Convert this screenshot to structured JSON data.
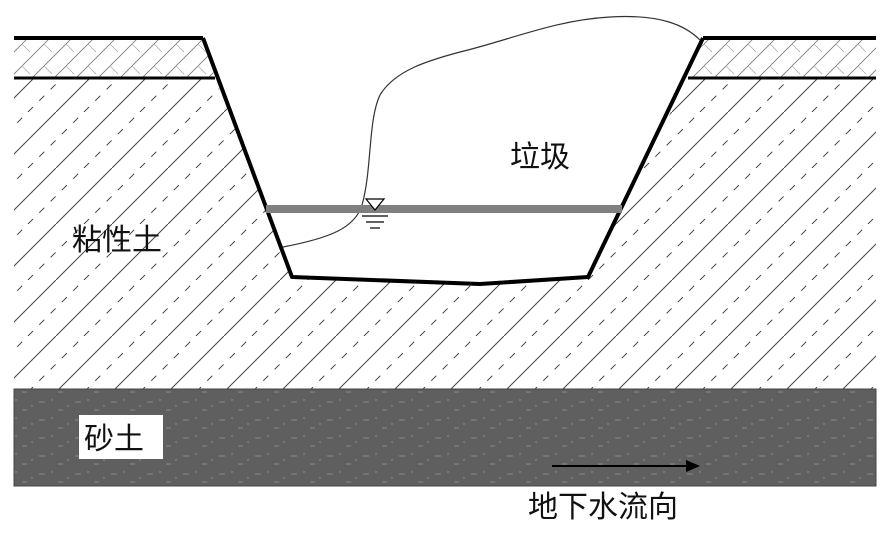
{
  "labels": {
    "waste": "垃圾",
    "clay": "粘性土",
    "sand": "砂土",
    "groundwater_flow": "地下水流向"
  },
  "colors": {
    "sand_fill": "#5f5f5f",
    "water_level": "#808080",
    "outline": "#000000",
    "hatch": "#444444"
  }
}
